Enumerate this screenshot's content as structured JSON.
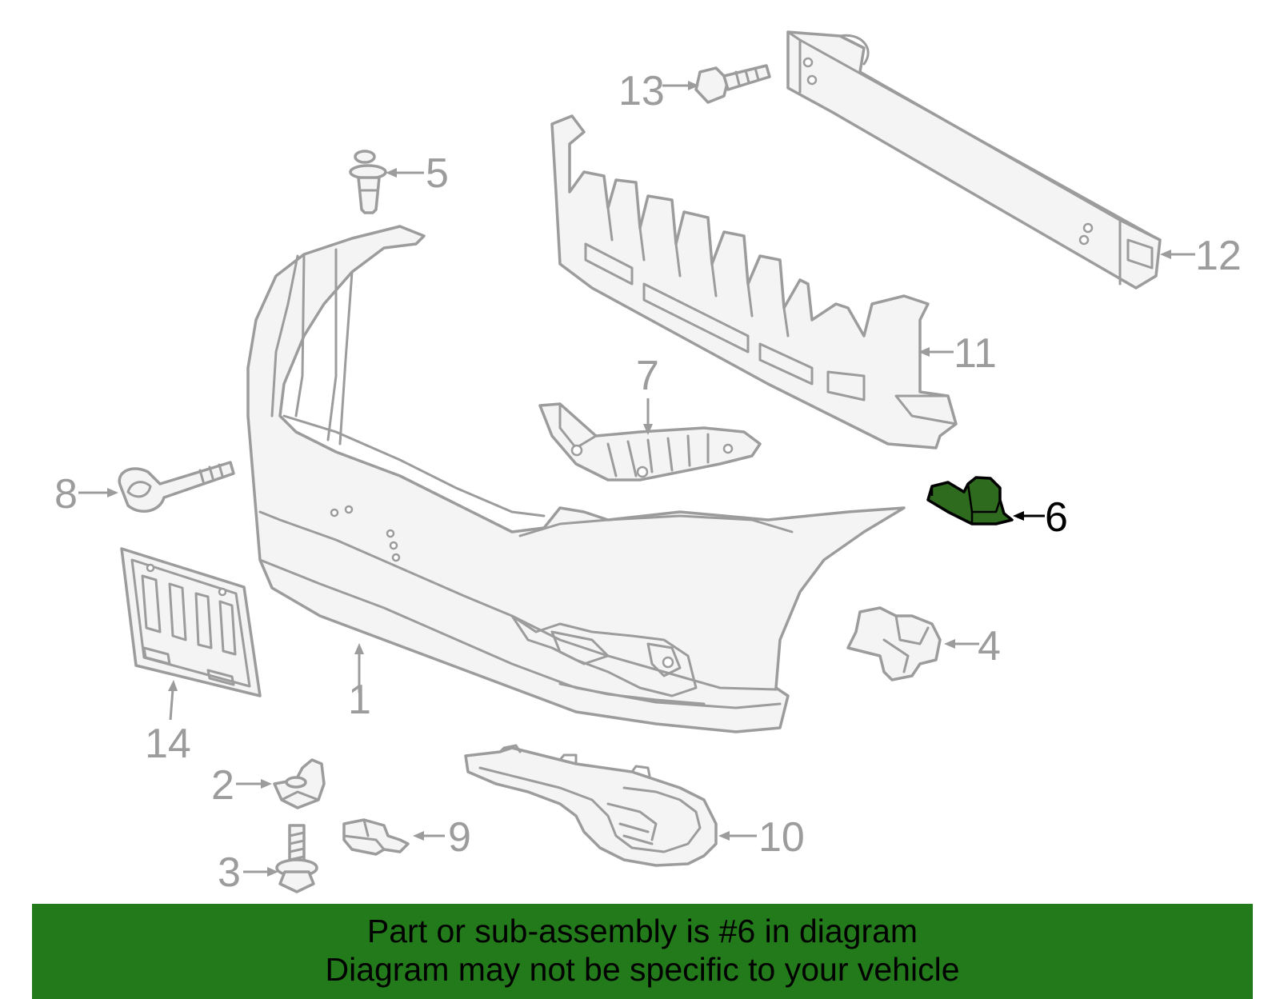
{
  "callouts": {
    "c1": "1",
    "c2": "2",
    "c3": "3",
    "c4": "4",
    "c5": "5",
    "c6": "6",
    "c7": "7",
    "c8": "8",
    "c9": "9",
    "c10": "10",
    "c11": "11",
    "c12": "12",
    "c13": "13",
    "c14": "14"
  },
  "highlighted_part": "6",
  "colors": {
    "highlight": "#2f6b1f",
    "banner": "#237a1a",
    "line_art": "#9c9c9c"
  },
  "banner": {
    "line1": "Part or sub-assembly is #6 in diagram",
    "line2": "Diagram may not be specific to your vehicle"
  }
}
